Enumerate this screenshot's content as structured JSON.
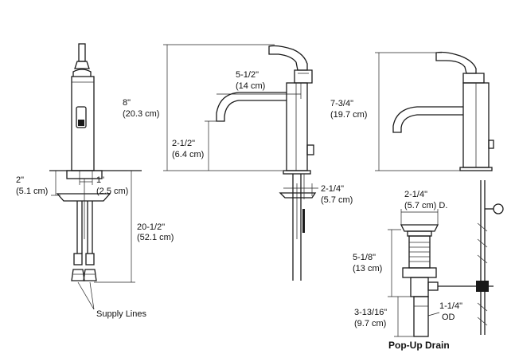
{
  "diagram": {
    "labels": {
      "side_base_height": [
        "2\"",
        "(5.1 cm)"
      ],
      "side_hole": [
        "1\"",
        "(2.5 cm)"
      ],
      "side_supply_length": [
        "20-1/2\"",
        "(52.1 cm)"
      ],
      "supply_lines": "Supply Lines",
      "height_overall": [
        "8\"",
        "(20.3 cm)"
      ],
      "spout_reach": [
        "5-1/2\"",
        "(14 cm)"
      ],
      "spout_height": [
        "2-1/2\"",
        "(6.4 cm)"
      ],
      "base_dia": [
        "2-1/4\"",
        "(5.7 cm)"
      ],
      "right_height": [
        "7-3/4\"",
        "(19.7 cm)"
      ],
      "drain_dia": [
        "2-1/4\"",
        "(5.7 cm) D."
      ],
      "drain_body": [
        "5-1/8\"",
        "(13 cm)"
      ],
      "drain_tail": [
        "3-13/16\"",
        "(9.7 cm)"
      ],
      "drain_od": [
        "1-1/4\"",
        "OD"
      ],
      "popup_drain": "Pop-Up Drain"
    }
  }
}
